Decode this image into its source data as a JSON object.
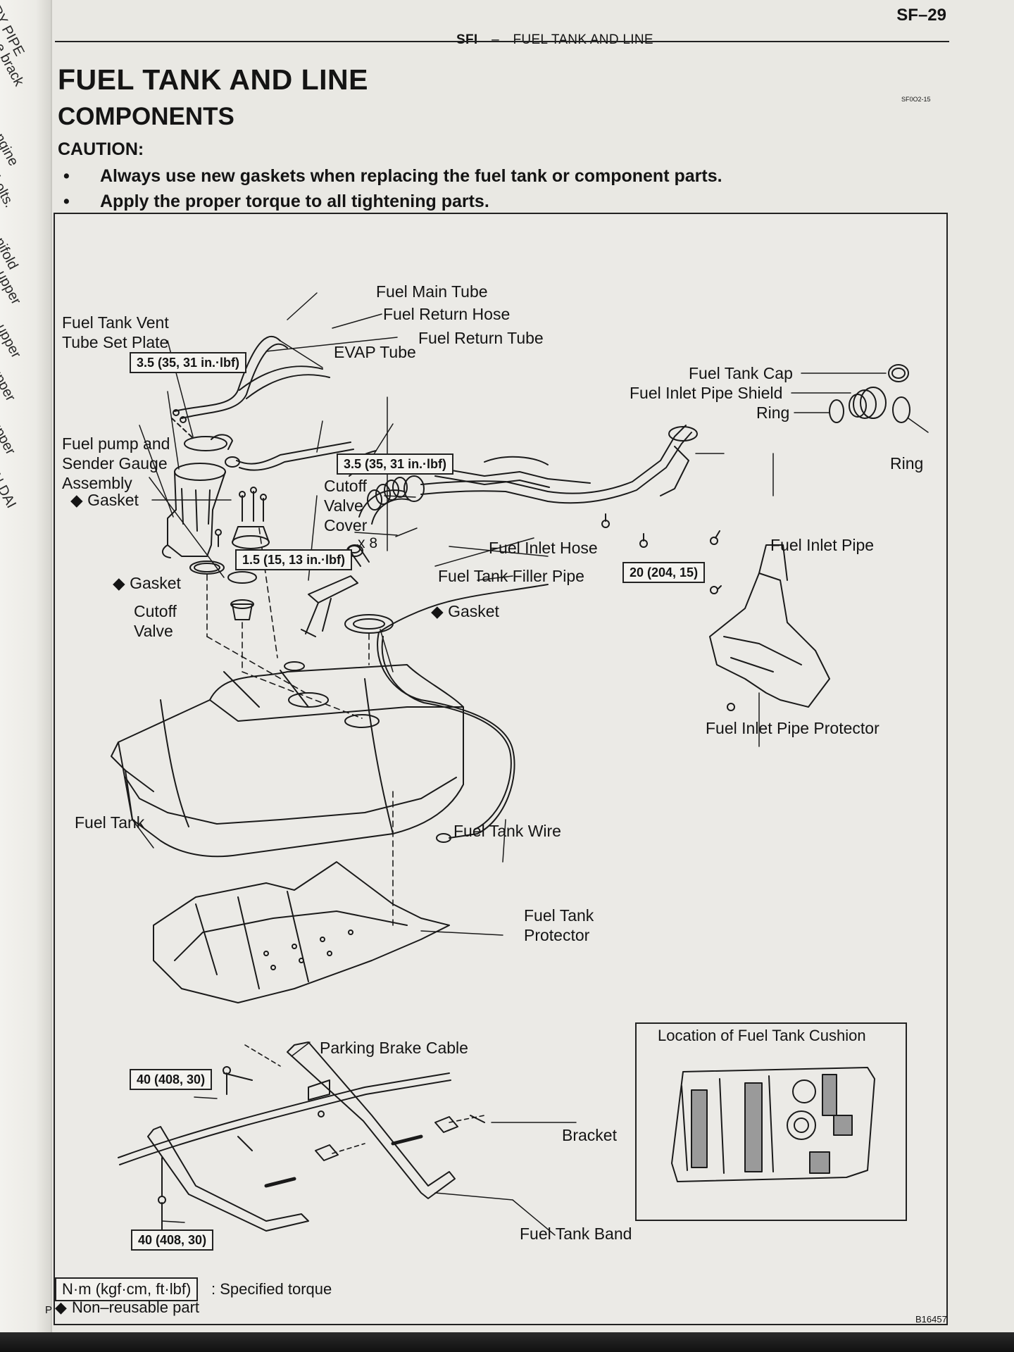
{
  "page": {
    "page_number": "SF–29",
    "header_section": "SFI",
    "header_separator": "–",
    "header_topic": "FUEL TANK AND LINE",
    "title": "FUEL TANK AND LINE",
    "subtitle": "COMPONENTS",
    "doc_code": "SF0O2-15",
    "figure_code": "B16457"
  },
  "previous_page_fragments": [
    "RY PIPE",
    "ne brack",
    "engine",
    "bolts.",
    "anifold",
    "e upper",
    "e upper",
    "upper",
    "upper",
    "N DAI"
  ],
  "caution": {
    "label": "CAUTION:",
    "items": [
      "Always use new gaskets when replacing the fuel tank or component parts.",
      "Apply the proper torque to all tightening parts."
    ]
  },
  "callouts": {
    "fuel_main_tube": "Fuel Main Tube",
    "fuel_return_hose": "Fuel Return Hose",
    "fuel_return_tube": "Fuel Return Tube",
    "fuel_tank_vent_tube_set_plate": [
      "Fuel Tank Vent",
      "Tube Set Plate"
    ],
    "evap_tube": "EVAP Tube",
    "fuel_pump_assembly": [
      "Fuel pump and",
      "Sender Gauge",
      "Assembly"
    ],
    "gasket_top": "Gasket",
    "cutoff_valve_cover": [
      "Cutoff",
      "Valve",
      "Cover"
    ],
    "qty_x8": "x 8",
    "gasket_mid": "Gasket",
    "cutoff_valve": [
      "Cutoff",
      "Valve"
    ],
    "fuel_tank_cap": "Fuel Tank Cap",
    "fuel_inlet_pipe_shield": "Fuel Inlet Pipe Shield",
    "ring_left": "Ring",
    "ring_right": "Ring",
    "fuel_inlet_hose": "Fuel Inlet Hose",
    "fuel_inlet_pipe": "Fuel Inlet Pipe",
    "fuel_tank_filler_pipe": "Fuel Tank Filler Pipe",
    "gasket_filler": "Gasket",
    "fuel_inlet_pipe_protector": "Fuel Inlet Pipe Protector",
    "fuel_tank": "Fuel Tank",
    "fuel_tank_wire": "Fuel Tank Wire",
    "fuel_tank_protector": [
      "Fuel Tank",
      "Protector"
    ],
    "parking_brake_cable": "Parking Brake Cable",
    "bracket": "Bracket",
    "fuel_tank_band": "Fuel Tank Band",
    "cushion_location": "Location of Fuel Tank Cushion"
  },
  "torque_specs": {
    "vent_plate": "3.5 (35, 31 in.·lbf)",
    "cutoff_cover_bolts": "3.5 (35, 31 in.·lbf)",
    "cutoff_cover": "1.5 (15, 13 in.·lbf)",
    "inlet_pipe": "20 (204, 15)",
    "band_upper": "40 (408, 30)",
    "band_lower": "40 (408, 30)"
  },
  "legend": {
    "unit": "N·m (kgf·cm, ft·lbf)",
    "unit_meaning": ": Specified torque",
    "nonreusable_symbol": "◆",
    "nonreusable_marker": "P",
    "nonreusable_meaning": "Non–reusable part"
  }
}
